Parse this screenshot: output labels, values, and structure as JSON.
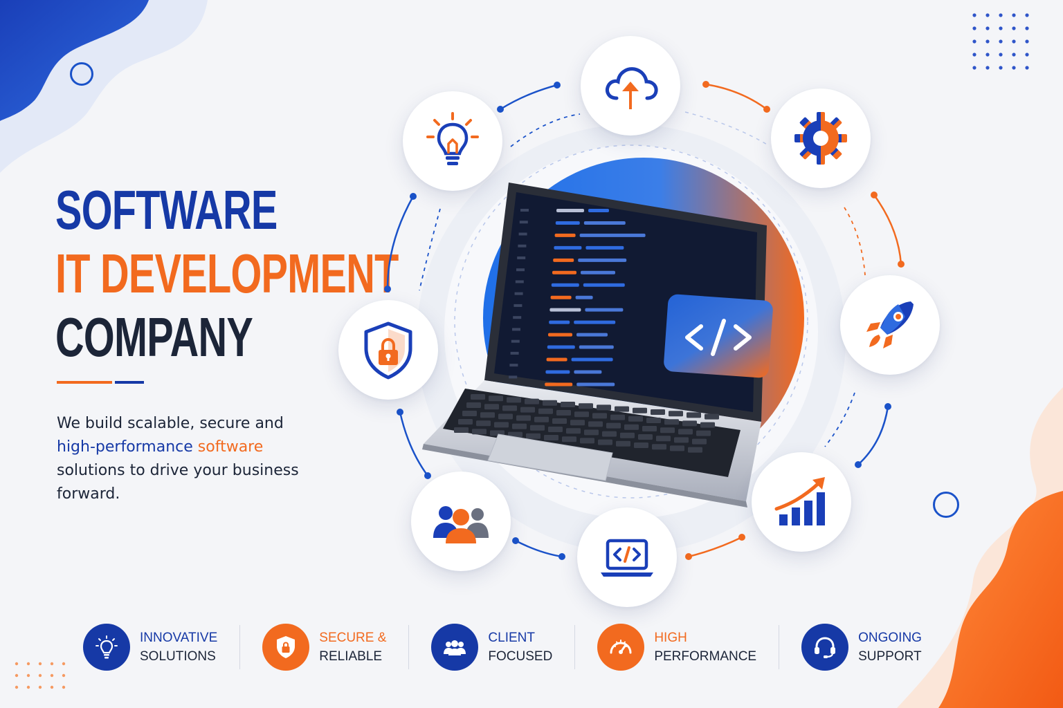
{
  "colors": {
    "primary_blue": "#1639a6",
    "accent_orange": "#f26a1f",
    "dark_text": "#1c2538",
    "background": "#f4f5f8"
  },
  "headline": {
    "line1": "SOFTWARE",
    "line2": "IT DEVELOPMENT",
    "line3": "COMPANY"
  },
  "tagline": {
    "part1": "We build scalable, secure and ",
    "part2_blue": "high-performance",
    "part3_orange": " software",
    "part4": " solutions to drive your business forward."
  },
  "hero": {
    "laptop_badge_icon": "code-brackets-icon",
    "nodes": [
      {
        "icon": "cloud-upload-icon"
      },
      {
        "icon": "gear-icon"
      },
      {
        "icon": "rocket-icon"
      },
      {
        "icon": "growth-chart-icon"
      },
      {
        "icon": "laptop-code-icon"
      },
      {
        "icon": "team-icon"
      },
      {
        "icon": "shield-lock-icon"
      },
      {
        "icon": "lightbulb-icon"
      }
    ]
  },
  "features": [
    {
      "line1": "INNOVATIVE",
      "line2": "SOLUTIONS",
      "icon": "lightbulb-icon",
      "color": "blue"
    },
    {
      "line1": "SECURE &",
      "line2": "RELIABLE",
      "icon": "shield-lock-icon",
      "color": "orange"
    },
    {
      "line1": "CLIENT",
      "line2": "FOCUSED",
      "icon": "team-icon",
      "color": "blue"
    },
    {
      "line1": "HIGH",
      "line2": "PERFORMANCE",
      "icon": "speedometer-icon",
      "color": "orange"
    },
    {
      "line1": "ONGOING",
      "line2": "SUPPORT",
      "icon": "headset-icon",
      "color": "blue"
    }
  ]
}
